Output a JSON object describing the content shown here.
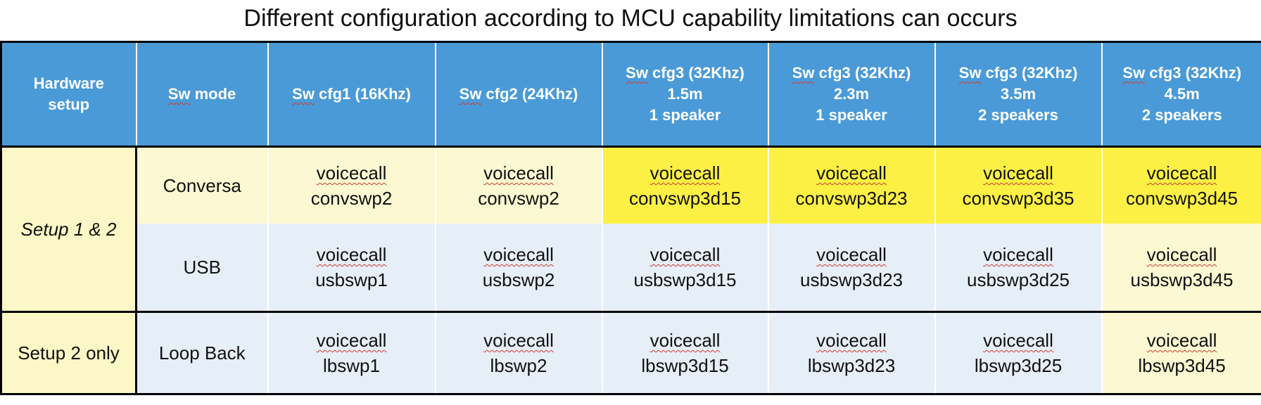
{
  "title": "Different configuration according to MCU capability limitations can occurs",
  "colors": {
    "header_bg": "#4a9ad8",
    "yellow_highlight": "#fcf045",
    "pale_yellow": "#fbf8d2",
    "pale_blue": "#e6eef7",
    "spell_underline": "#d43a2a"
  },
  "headers": {
    "hardware": [
      "Hardware",
      "setup"
    ],
    "mode": {
      "sw": "Sw",
      "rest": " mode"
    },
    "cfg": [
      {
        "sw": "Sw",
        "rest": " cfg1 (16Khz)",
        "l2": "",
        "l3": ""
      },
      {
        "sw": "Sw",
        "rest": " cfg2 (24Khz)",
        "l2": "",
        "l3": ""
      },
      {
        "sw": "Sw",
        "rest": " cfg3 (32Khz)",
        "l2": "1.5m",
        "l3": "1 speaker"
      },
      {
        "sw": "Sw",
        "rest": " cfg3 (32Khz)",
        "l2": "2.3m",
        "l3": "1 speaker"
      },
      {
        "sw": "Sw",
        "rest": " cfg3 (32Khz)",
        "l2": "3.5m",
        "l3": "2 speakers"
      },
      {
        "sw": "Sw",
        "rest": " cfg3 (32Khz)",
        "l2": "4.5m",
        "l3": "2 speakers"
      }
    ]
  },
  "hardware_groups": [
    "Setup 1 & 2",
    "Setup 2 only"
  ],
  "rows": [
    {
      "mode": "Conversa",
      "cells": [
        [
          "voicecall",
          "convswp2"
        ],
        [
          "voicecall",
          "convswp2"
        ],
        [
          "voicecall",
          "convswp3d15"
        ],
        [
          "voicecall",
          "convswp3d23"
        ],
        [
          "voicecall",
          "convswp3d35"
        ],
        [
          "voicecall",
          "convswp3d45"
        ]
      ]
    },
    {
      "mode": "USB",
      "cells": [
        [
          "voicecall",
          "usbswp1"
        ],
        [
          "voicecall",
          "usbswp2"
        ],
        [
          "voicecall",
          "usbswp3d15"
        ],
        [
          "voicecall",
          "usbswp3d23"
        ],
        [
          "voicecall",
          "usbswp3d25"
        ],
        [
          "voicecall",
          "usbswp3d45"
        ]
      ]
    },
    {
      "mode": "Loop Back",
      "cells": [
        [
          "voicecall",
          "lbswp1"
        ],
        [
          "voicecall",
          "lbswp2"
        ],
        [
          "voicecall",
          "lbswp3d15"
        ],
        [
          "voicecall",
          "lbswp3d23"
        ],
        [
          "voicecall",
          "lbswp3d25"
        ],
        [
          "voicecall",
          "lbswp3d45"
        ]
      ]
    }
  ]
}
